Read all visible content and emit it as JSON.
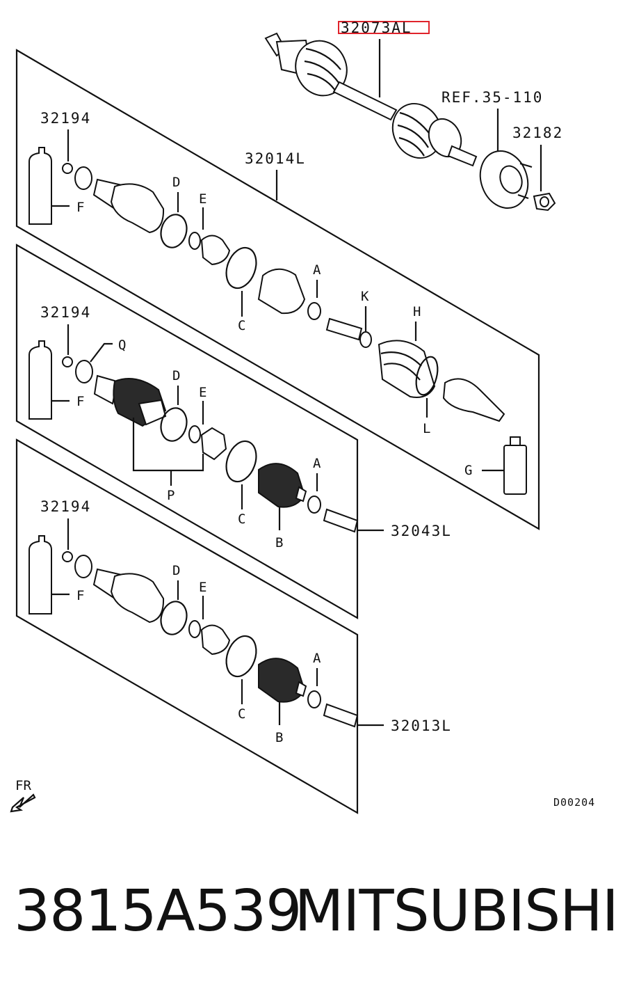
{
  "diagram": {
    "highlighted_part": "32073AL",
    "labels": {
      "ref": "REF.35-110",
      "p32182": "32182",
      "p32014L": "32014L",
      "p32043L": "32043L",
      "p32013L": "32013L",
      "p32194": "32194",
      "A": "A",
      "B": "B",
      "C": "C",
      "D": "D",
      "E": "E",
      "F": "F",
      "G": "G",
      "H": "H",
      "K": "K",
      "L": "L",
      "P": "P",
      "Q": "Q",
      "fr": "FR",
      "code": "D00204"
    },
    "colors": {
      "highlight": "#e0232b",
      "ink": "#111111"
    }
  },
  "footer": {
    "part_number": "3815A539",
    "brand": "MITSUBISHI"
  }
}
